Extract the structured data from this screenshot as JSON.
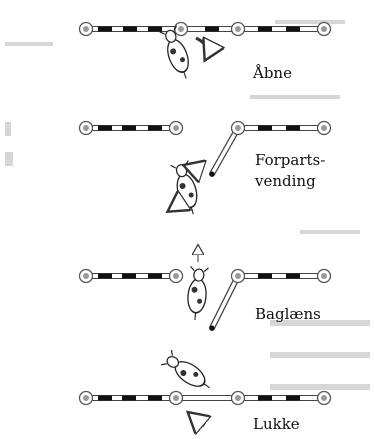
{
  "diagram": {
    "labels": {
      "step1": "Åbne",
      "step2_line1": "Forparts-",
      "step2_line2": "vending",
      "step3": "Baglæns",
      "step4": "Lukke"
    }
  }
}
